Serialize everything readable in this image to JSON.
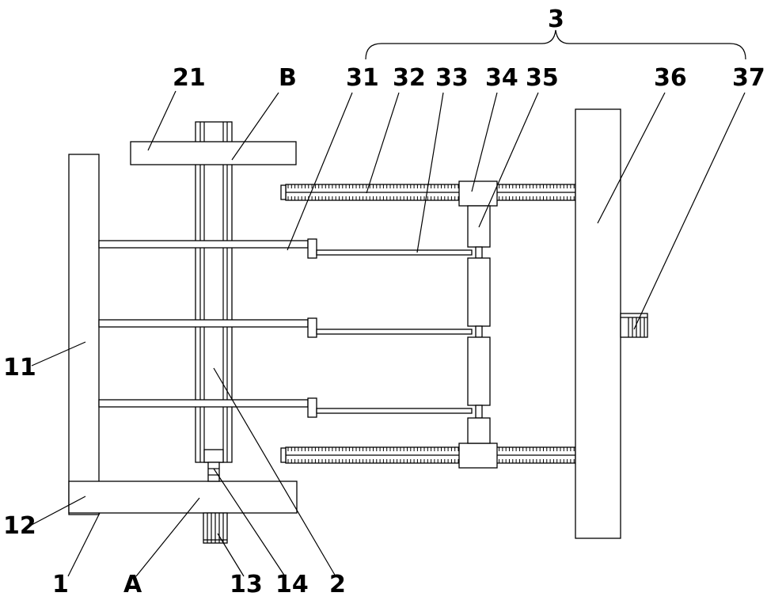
{
  "labels": {
    "group_3": "3",
    "p21": "21",
    "pB": "B",
    "p31": "31",
    "p32": "32",
    "p33": "33",
    "p34": "34",
    "p35": "35",
    "p36": "36",
    "p37": "37",
    "p11": "11",
    "p12": "12",
    "p1": "1",
    "pA": "A",
    "p13": "13",
    "p14": "14",
    "p2": "2"
  }
}
